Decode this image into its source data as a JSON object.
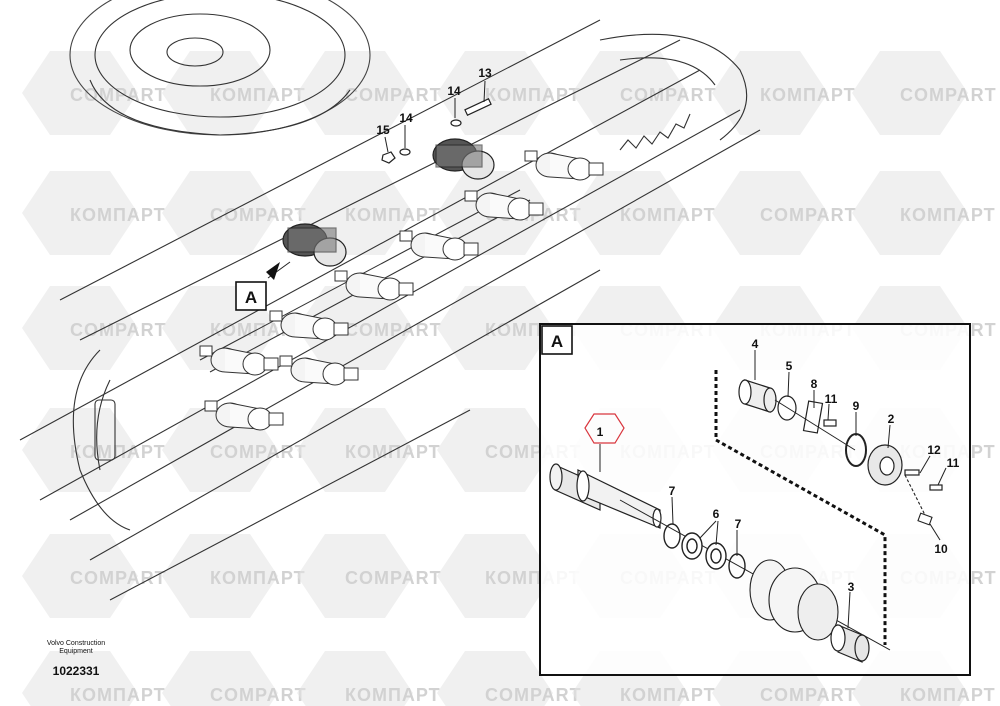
{
  "detail_label": "A",
  "main_callouts": [
    "13",
    "14",
    "14",
    "15"
  ],
  "detail_callouts": [
    "1",
    "2",
    "3",
    "4",
    "5",
    "6",
    "7",
    "7",
    "8",
    "9",
    "10",
    "11",
    "11",
    "12"
  ],
  "highlighted_callout": "1",
  "highlight_color": "#d9363e",
  "watermark_latin": "COMPART",
  "watermark_cyrillic": "КОМПАРТ",
  "footer": {
    "manufacturer_line1": "Volvo Construction",
    "manufacturer_line2": "Equipment",
    "drawing_number": "1022331"
  }
}
